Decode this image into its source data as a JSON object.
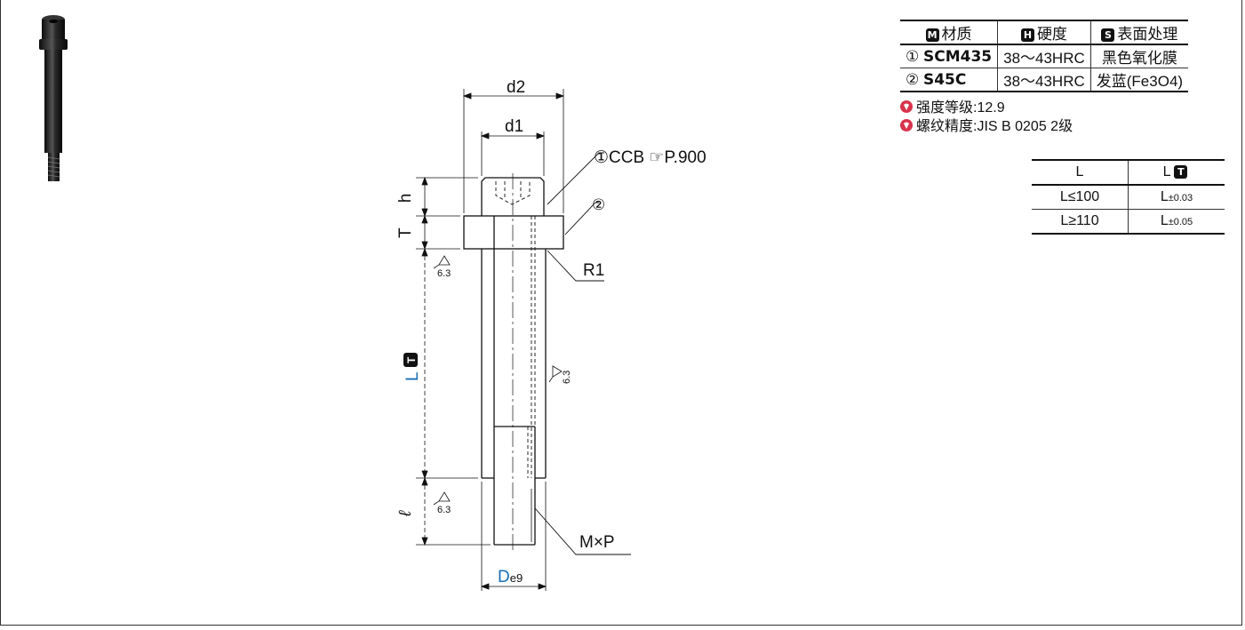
{
  "material_table": {
    "header": [
      {
        "badge": "M",
        "label": "材质"
      },
      {
        "badge": "H",
        "label": "硬度"
      },
      {
        "badge": "S",
        "label": "表面处理"
      }
    ],
    "rows": [
      {
        "index": "①",
        "material": "SCM435",
        "hardness": "38～43HRC",
        "surface": "黑色氧化膜"
      },
      {
        "index": "②",
        "material": "S45C",
        "hardness": "38～43HRC",
        "surface": "发蓝(Fe3O4)"
      }
    ]
  },
  "notes": [
    "强度等级:12.9",
    "螺纹精度:JIS B 0205 2级"
  ],
  "tolerance_table": {
    "header": [
      "L",
      "L"
    ],
    "header_badge": "T",
    "rows": [
      {
        "range": "L≤100",
        "tolerance_base": "L",
        "tolerance_value": "±0.03"
      },
      {
        "range": "L≥110",
        "tolerance_base": "L",
        "tolerance_value": "±0.05"
      }
    ]
  },
  "drawing": {
    "d2": "d2",
    "d1": "d1",
    "h": "h",
    "T": "T",
    "L": "L",
    "L_badge": "T",
    "ell": "ℓ",
    "De9": "D",
    "De9_sub": "e9",
    "ccb": "①CCB ☞P.900",
    "part2": "②",
    "r1": "R1",
    "mxp": "M×P",
    "roughness": "6.3"
  },
  "colors": {
    "accent_blue": "#1a6fb5",
    "pin_red": "#d8344c"
  }
}
